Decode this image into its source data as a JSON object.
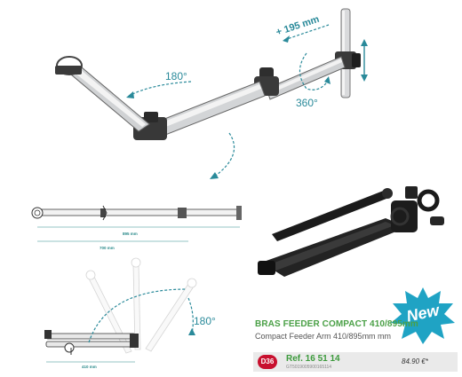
{
  "diagram_top": {
    "extension_label": "+ 195 mm",
    "rotation_left": "180°",
    "rotation_right": "360°"
  },
  "diagram_flat": {
    "dim_main": "895 mm",
    "dim_total": "700 mm"
  },
  "diagram_fold": {
    "rotation": "180°",
    "dim": "410 mm"
  },
  "product": {
    "title": "BRAS FEEDER COMPACT 410/895mm",
    "subtitle": "Compact Feeder Arm 410/895mm mm",
    "badge": "D36",
    "ref": "Ref. 16 51 14",
    "barcode": "GT5019005900165114",
    "price": "84.90 €*",
    "new_label": "New"
  },
  "colors": {
    "accent": "#2a8a9a",
    "title_green": "#4aa046",
    "badge_red": "#c8102e",
    "new_star": "#1fa3c4"
  }
}
